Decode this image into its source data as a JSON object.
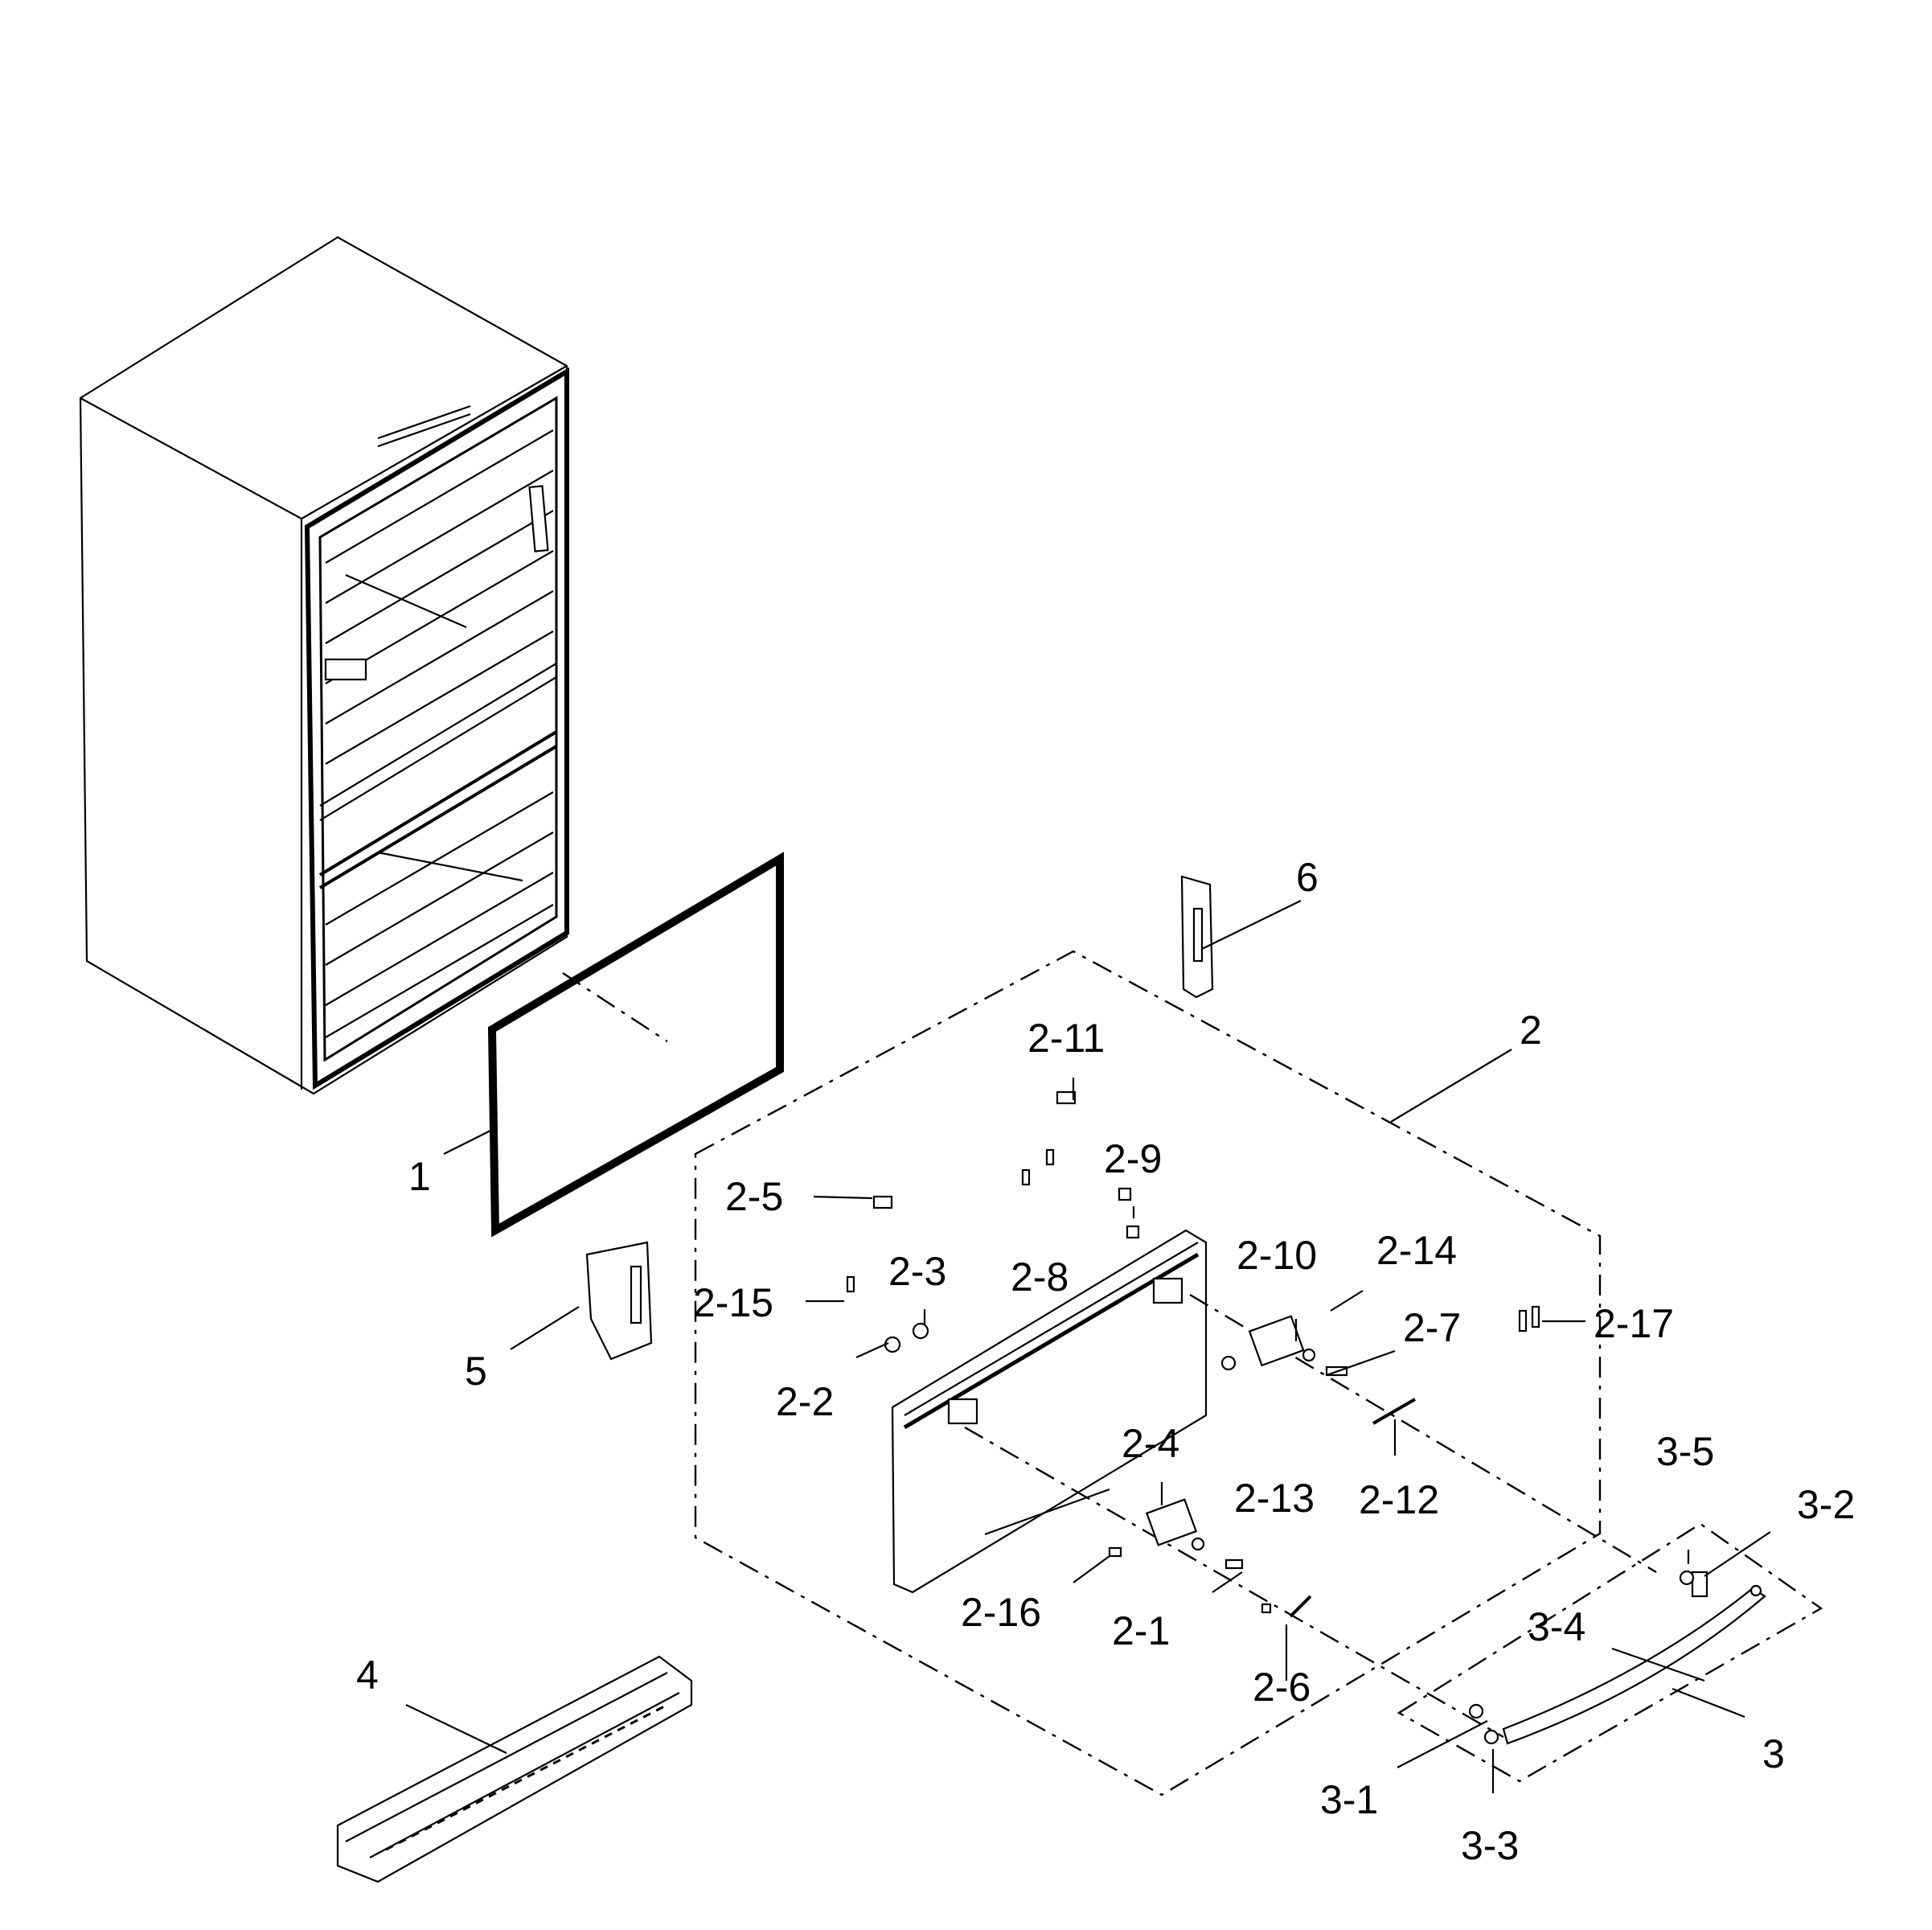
{
  "diagram": {
    "labels": {
      "l1": "1",
      "l2": "2",
      "l2_1": "2-1",
      "l2_2": "2-2",
      "l2_3": "2-3",
      "l2_4": "2-4",
      "l2_5": "2-5",
      "l2_6": "2-6",
      "l2_7": "2-7",
      "l2_8": "2-8",
      "l2_9": "2-9",
      "l2_10": "2-10",
      "l2_11": "2-11",
      "l2_12": "2-12",
      "l2_13": "2-13",
      "l2_14": "2-14",
      "l2_15": "2-15",
      "l2_16": "2-16",
      "l2_17": "2-17",
      "l3": "3",
      "l3_1": "3-1",
      "l3_2": "3-2",
      "l3_3": "3-3",
      "l3_4": "3-4",
      "l3_5": "3-5",
      "l4": "4",
      "l5": "5",
      "l6": "6"
    }
  }
}
